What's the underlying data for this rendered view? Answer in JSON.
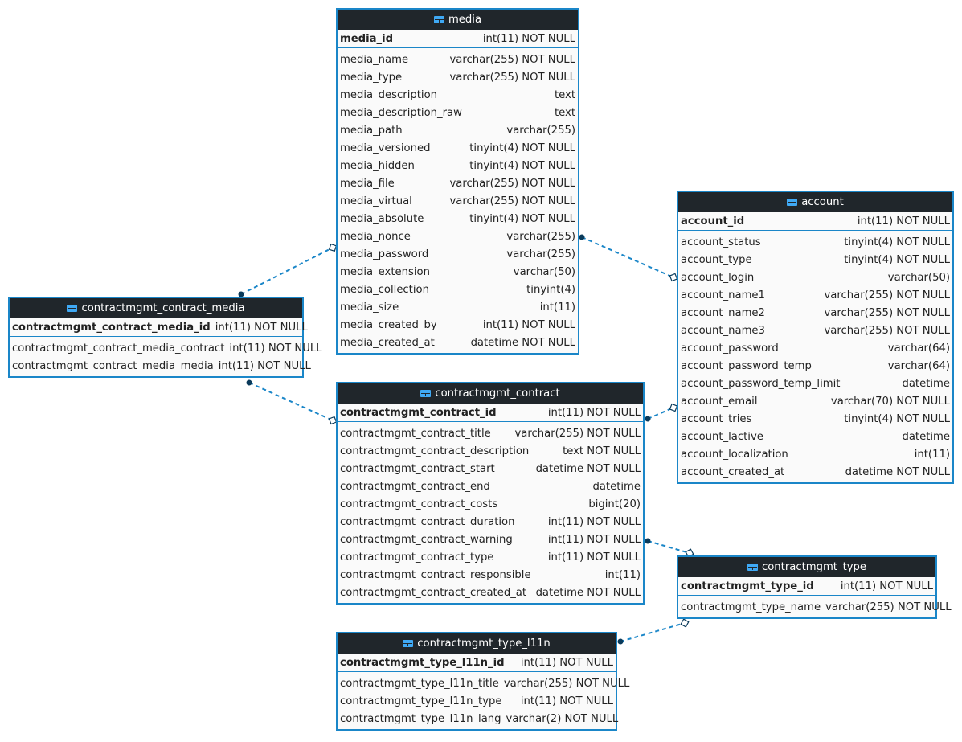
{
  "tables": {
    "media": {
      "name": "media",
      "pk": {
        "name": "media_id",
        "type": "int(11) NOT NULL"
      },
      "columns": [
        {
          "name": "media_name",
          "type": "varchar(255) NOT NULL"
        },
        {
          "name": "media_type",
          "type": "varchar(255) NOT NULL"
        },
        {
          "name": "media_description",
          "type": "text"
        },
        {
          "name": "media_description_raw",
          "type": "text"
        },
        {
          "name": "media_path",
          "type": "varchar(255)"
        },
        {
          "name": "media_versioned",
          "type": "tinyint(4) NOT NULL"
        },
        {
          "name": "media_hidden",
          "type": "tinyint(4) NOT NULL"
        },
        {
          "name": "media_file",
          "type": "varchar(255) NOT NULL"
        },
        {
          "name": "media_virtual",
          "type": "varchar(255) NOT NULL"
        },
        {
          "name": "media_absolute",
          "type": "tinyint(4) NOT NULL"
        },
        {
          "name": "media_nonce",
          "type": "varchar(255)"
        },
        {
          "name": "media_password",
          "type": "varchar(255)"
        },
        {
          "name": "media_extension",
          "type": "varchar(50)"
        },
        {
          "name": "media_collection",
          "type": "tinyint(4)"
        },
        {
          "name": "media_size",
          "type": "int(11)"
        },
        {
          "name": "media_created_by",
          "type": "int(11) NOT NULL"
        },
        {
          "name": "media_created_at",
          "type": "datetime NOT NULL"
        }
      ]
    },
    "account": {
      "name": "account",
      "pk": {
        "name": "account_id",
        "type": "int(11) NOT NULL"
      },
      "columns": [
        {
          "name": "account_status",
          "type": "tinyint(4) NOT NULL"
        },
        {
          "name": "account_type",
          "type": "tinyint(4) NOT NULL"
        },
        {
          "name": "account_login",
          "type": "varchar(50)"
        },
        {
          "name": "account_name1",
          "type": "varchar(255) NOT NULL"
        },
        {
          "name": "account_name2",
          "type": "varchar(255) NOT NULL"
        },
        {
          "name": "account_name3",
          "type": "varchar(255) NOT NULL"
        },
        {
          "name": "account_password",
          "type": "varchar(64)"
        },
        {
          "name": "account_password_temp",
          "type": "varchar(64)"
        },
        {
          "name": "account_password_temp_limit",
          "type": "datetime"
        },
        {
          "name": "account_email",
          "type": "varchar(70) NOT NULL"
        },
        {
          "name": "account_tries",
          "type": "tinyint(4) NOT NULL"
        },
        {
          "name": "account_lactive",
          "type": "datetime"
        },
        {
          "name": "account_localization",
          "type": "int(11)"
        },
        {
          "name": "account_created_at",
          "type": "datetime NOT NULL"
        }
      ]
    },
    "contract_media": {
      "name": "contractmgmt_contract_media",
      "pk": {
        "name": "contractmgmt_contract_media_id",
        "type": "int(11) NOT NULL"
      },
      "columns": [
        {
          "name": "contractmgmt_contract_media_contract",
          "type": "int(11) NOT NULL"
        },
        {
          "name": "contractmgmt_contract_media_media",
          "type": "int(11) NOT NULL"
        }
      ]
    },
    "contract": {
      "name": "contractmgmt_contract",
      "pk": {
        "name": "contractmgmt_contract_id",
        "type": "int(11) NOT NULL"
      },
      "columns": [
        {
          "name": "contractmgmt_contract_title",
          "type": "varchar(255) NOT NULL"
        },
        {
          "name": "contractmgmt_contract_description",
          "type": "text NOT NULL"
        },
        {
          "name": "contractmgmt_contract_start",
          "type": "datetime NOT NULL"
        },
        {
          "name": "contractmgmt_contract_end",
          "type": "datetime"
        },
        {
          "name": "contractmgmt_contract_costs",
          "type": "bigint(20)"
        },
        {
          "name": "contractmgmt_contract_duration",
          "type": "int(11) NOT NULL"
        },
        {
          "name": "contractmgmt_contract_warning",
          "type": "int(11) NOT NULL"
        },
        {
          "name": "contractmgmt_contract_type",
          "type": "int(11) NOT NULL"
        },
        {
          "name": "contractmgmt_contract_responsible",
          "type": "int(11)"
        },
        {
          "name": "contractmgmt_contract_created_at",
          "type": "datetime NOT NULL"
        }
      ]
    },
    "type": {
      "name": "contractmgmt_type",
      "pk": {
        "name": "contractmgmt_type_id",
        "type": "int(11) NOT NULL"
      },
      "columns": [
        {
          "name": "contractmgmt_type_name",
          "type": "varchar(255) NOT NULL"
        }
      ]
    },
    "type_l11n": {
      "name": "contractmgmt_type_l11n",
      "pk": {
        "name": "contractmgmt_type_l11n_id",
        "type": "int(11) NOT NULL"
      },
      "columns": [
        {
          "name": "contractmgmt_type_l11n_title",
          "type": "varchar(255) NOT NULL"
        },
        {
          "name": "contractmgmt_type_l11n_type",
          "type": "int(11) NOT NULL"
        },
        {
          "name": "contractmgmt_type_l11n_lang",
          "type": "varchar(2) NOT NULL"
        }
      ]
    }
  },
  "colors": {
    "table_border": "#1a86c8",
    "header_bg": "#20262b",
    "link": "#1a86c8"
  },
  "icons": {
    "table_header": "table-icon"
  }
}
